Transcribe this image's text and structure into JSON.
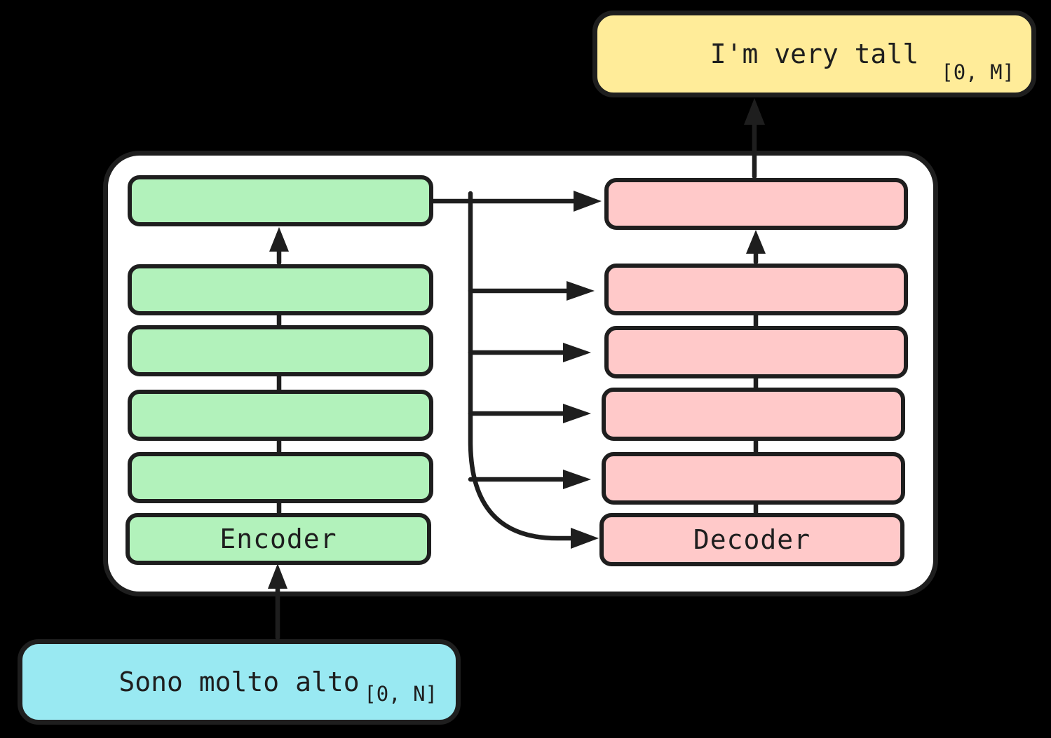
{
  "diagram_title": "encoder-decoder-translation-diagram",
  "colors": {
    "background": "#000000",
    "stroke": "#1e1e1e",
    "panel_fill": "#ffffff",
    "encoder_fill": "#b2f2bb",
    "decoder_fill": "#ffc9c9",
    "output_fill": "#ffec99",
    "input_fill": "#99e9f2"
  },
  "output_box": {
    "label": "I'm very tall",
    "range": "[0, M]"
  },
  "input_box": {
    "label": "Sono molto alto",
    "range": "[0, N]"
  },
  "encoder": {
    "label": "Encoder",
    "layer_count": 6
  },
  "decoder": {
    "label": "Decoder",
    "layer_count": 6
  }
}
